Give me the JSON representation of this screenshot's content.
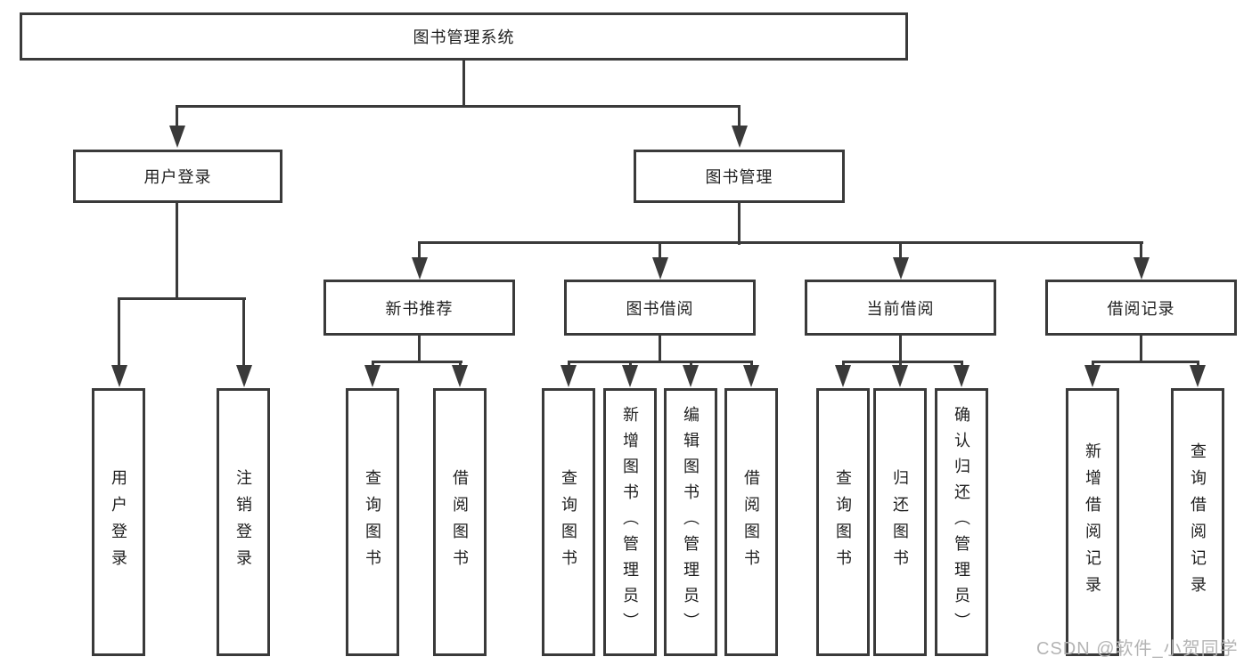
{
  "diagram": {
    "root_label": "图书管理系统",
    "level2": [
      {
        "label": "用户登录"
      },
      {
        "label": "图书管理"
      }
    ],
    "login_children": [
      "用户登录",
      "注销登录"
    ],
    "sections": [
      {
        "label": "新书推荐",
        "children": [
          "查询图书",
          "借阅图书"
        ]
      },
      {
        "label": "图书借阅",
        "children": [
          "查询图书",
          "新增图书（管理员）",
          "编辑图书（管理员）",
          "借阅图书"
        ]
      },
      {
        "label": "当前借阅",
        "children": [
          "查询图书",
          "归还图书",
          "确认归还（管理员）"
        ]
      },
      {
        "label": "借阅记录",
        "children": [
          "新增借阅记录",
          "查询借阅记录"
        ]
      }
    ],
    "watermark": "CSDN @软件_小贺同学",
    "colors": {
      "line": "#3a3a3a",
      "box_background": "#ffffff",
      "text": "#1f1f1f",
      "watermark": "#b4b4b4"
    }
  }
}
